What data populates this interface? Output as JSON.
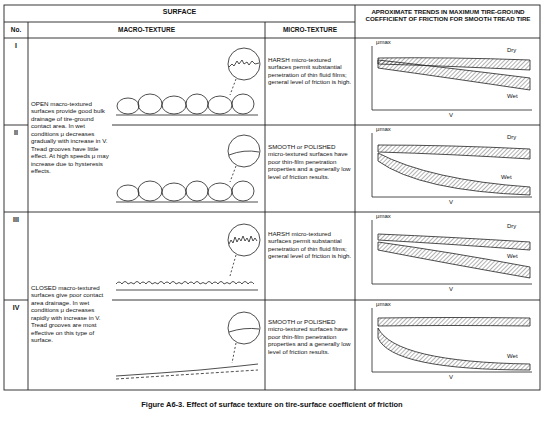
{
  "diagram": {
    "caption": "Figure A6-3.  Effect of surface texture on tire-surface coefficient of friction",
    "labels": [
      "SURFACE",
      "APROXIMATE TRENDS IN MAXIMUM TIRE-GROUND COEFFICIENT OF FRICTION FOR SMOOTH TREAD TIRE",
      "No.",
      "MACRO-TEXTURE",
      "MICRO-TEXTURE",
      "I",
      "II",
      "III",
      "IV",
      "OPEN macro-textured surfaces provide good bulk drainage of tire-ground contact area. In wet conditions μ decreases gradually with increase in V. Tread grooves have little effect. At high speeds μ may increase due to hysteresis effects.",
      "CLOSED macro-textured surfaces give poor contact area drainage. In wet conditions μ decreases rapidly with increase in V. Tread grooves are most effective on this type of surface.",
      "HARSH micro-textured surfaces permit substantial penetration of thin fluid films; general level of friction is high.",
      "SMOOTH or POLISHED micro-textured surfaces have poor thin-film penetration properties and a generally low level of friction results.",
      "HARSH micro-textured surfaces permit substantial penetration of thin fluid films; general level of friction is high.",
      "SMOOTH or POLISHED micro-textured surfaces have poor thin-film penetration properties and a generally low level of friction results.",
      "μmax",
      "Dry",
      "Wet",
      "V",
      "μmax",
      "Dry",
      "Wet",
      "V",
      "μmax",
      "Dry",
      "Wet",
      "V",
      "μmax",
      "Wet",
      "V"
    ]
  }
}
